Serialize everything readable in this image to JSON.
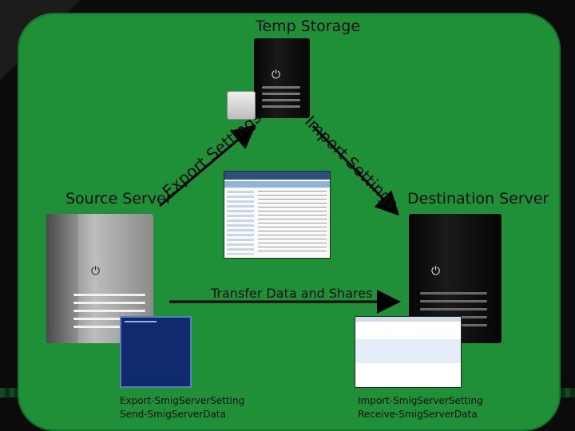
{
  "nodes": {
    "temp_storage": "Temp Storage",
    "source_server": "Source Server",
    "destination_server": "Destination Server"
  },
  "edges": {
    "export_settings": "Export Settings",
    "import_settings": "Import Settings",
    "transfer": "Transfer Data and Shares"
  },
  "captions": {
    "source_line1": "Export-SmigServerSetting",
    "source_line2": "Send-SmigServerData",
    "dest_line1": "Import-SmigServerSetting",
    "dest_line2": "Receive-SmigServerData"
  },
  "colors": {
    "panel": "#1f8f38",
    "arrow": "#000000",
    "text": "#0d0d0d"
  }
}
